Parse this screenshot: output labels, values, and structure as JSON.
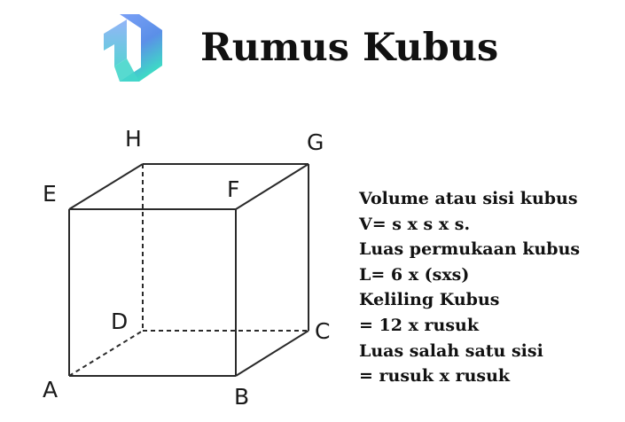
{
  "header": {
    "logo_icon": "stylized-d-logo-icon",
    "title": "Rumus Kubus"
  },
  "cube": {
    "vertex_labels": {
      "A": "A",
      "B": "B",
      "C": "C",
      "D": "D",
      "E": "E",
      "F": "F",
      "G": "G",
      "H": "H"
    },
    "hidden_edges": [
      "HD",
      "DC",
      "AD"
    ]
  },
  "formulas": [
    "Volume atau sisi kubus",
    "V= s x s x s.",
    "Luas permukaan kubus",
    "L= 6 x (sxs)",
    "Keliling Kubus",
    "= 12 x rusuk",
    "Luas salah satu sisi",
    "= rusuk x rusuk"
  ],
  "colors": {
    "logo_top": "#6a8cf0",
    "logo_bottom": "#3ed9c6",
    "text": "#111111",
    "edge": "#2a2a2a"
  }
}
